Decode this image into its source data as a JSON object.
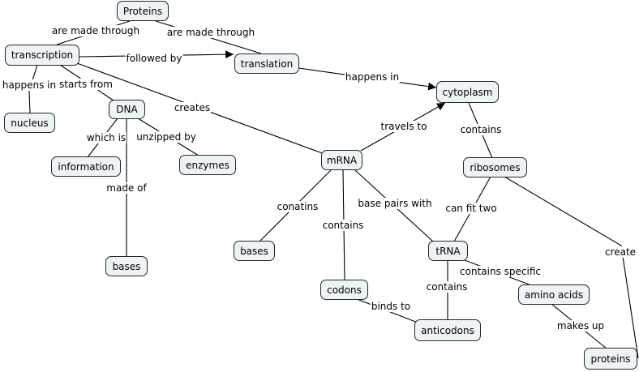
{
  "nodes": {
    "proteins_top": "Proteins",
    "transcription": "transcription",
    "translation": "translation",
    "cytoplasm": "cytoplasm",
    "nucleus": "nucleus",
    "dna": "DNA",
    "information": "information",
    "enzymes": "enzymes",
    "bases_left": "bases",
    "mrna": "mRNA",
    "ribosomes": "ribosomes",
    "bases_mid": "bases",
    "codons": "codons",
    "trna": "tRNA",
    "anticodons": "anticodons",
    "amino_acids": "amino acids",
    "proteins_bottom": "proteins"
  },
  "links": {
    "are_made_through_1": "are made through",
    "are_made_through_2": "are made through",
    "followed_by": "followed by",
    "happens_in_1": "happens in",
    "happens_in_2": "happens in",
    "starts_from": "starts from",
    "creates": "creates",
    "which_is": "which is",
    "unzipped_by": "unzipped by",
    "made_of": "made of",
    "travels_to": "travels to",
    "contains_1": "contains",
    "conatins": "conatins",
    "contains_2": "contains",
    "base_pairs_with": "base pairs with",
    "can_fit_two": "can fit two",
    "create": "create",
    "contains_specific": "contains specific",
    "contains_3": "contains",
    "binds_to": "binds to",
    "makes_up": "makes up"
  }
}
